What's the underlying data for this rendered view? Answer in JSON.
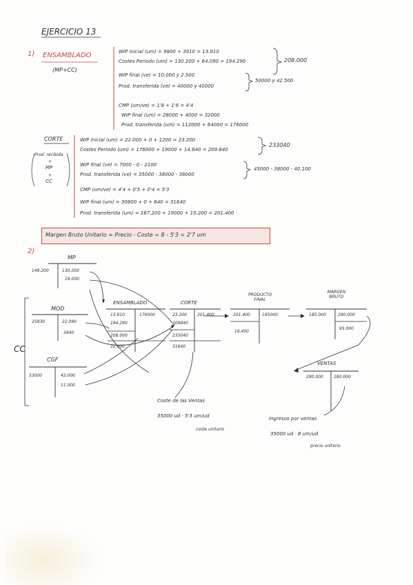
{
  "title": "EJERCICIO 13",
  "part1": {
    "number": "1)",
    "ensamblado": {
      "name": "ENSAMBLADO",
      "sub": "(MP+CC)",
      "lines": [
        "WIP inicial (um) = 9800 + 3910 = 13.910",
        "Costes Periodo (um) = 130.200 + 64.090 = 194.290",
        "WIP final (ve) = 10.000 y 2.500",
        "Prod. transferida (ve) = 40000 y 40000",
        "CMP (um/ve) = 1'8 + 1'6 = 4'4",
        "WIP final (um) = 28000 + 4000 = 32000",
        "Prod. transferida (um) = 112000 + 64000 = 176000"
      ],
      "brace1": "208.000",
      "brace2": "50000 y 42.500"
    },
    "corte": {
      "name": "CORTE",
      "side": [
        "Prod. recibida",
        "+",
        "MP",
        "+",
        "CC"
      ],
      "lines": [
        "WIP inicial (um) = 22.000 + 0 + 1200 = 23.200",
        "Costes Periodo (um) = 176000 + 19000 + 14.840 = 209.840",
        "WIP final (ve) = 7000 - 0 - 2100",
        "Prod. transferida (ve) = 35000 - 38000 - 38000",
        "CMP (um/ve) = 4'4 + 0'5 + 0'4 = 5'3",
        "WIP final (um) = 30800 + 0 + 840 = 31640",
        "Prod. transferida (um) = 167.200 + 19000 + 15.200 = 201.400"
      ],
      "brace1": "233040",
      "brace2": "45000 - 38000 - 40.100"
    },
    "margin": "Margen Bruto Unitario = Precio - Coste = 8 - 5'3 = 2'7 um"
  },
  "part2": {
    "number": "2)",
    "accounts": {
      "mp": {
        "name": "MP",
        "debit": [
          "149.200"
        ],
        "credit": [
          "130.200",
          "19.000"
        ]
      },
      "mod": {
        "name": "MOD",
        "debit": [
          "25930"
        ],
        "credit": [
          "22.090",
          "3840"
        ]
      },
      "cgf": {
        "name": "CGF",
        "debit": [
          "53000"
        ],
        "credit": [
          "42.000",
          "11.000"
        ]
      },
      "cc_label": "CC",
      "ensamblado": {
        "name": "ENSAMBLADO",
        "debit": [
          "13.910",
          "194.290",
          "208.000",
          "32.000"
        ],
        "credit": [
          "176000"
        ]
      },
      "corte": {
        "name": "CORTE",
        "debit": [
          "23.200",
          "209840",
          "233040",
          "31640"
        ],
        "credit": [
          "201.400"
        ]
      },
      "producto_final": {
        "name": "PRODUCTO FINAL",
        "debit": [
          "201.400",
          "16.400"
        ],
        "credit": [
          "185000"
        ]
      },
      "margen_bruto": {
        "name": "MARGEN BRUTO",
        "debit": [
          "185.000"
        ],
        "credit": [
          "280.000",
          "95.000"
        ]
      },
      "ventas": {
        "name": "VENTAS",
        "debit": [
          "280.000"
        ],
        "credit": [
          "280.000"
        ]
      }
    },
    "coste_ventas": {
      "label": "Coste de las Ventas",
      "formula": "35000 ud · 5'3 um/ud",
      "note": "coste unitario"
    },
    "ingresos_ventas": {
      "label": "Ingresos por ventas",
      "formula": "35000 ud · 8 um/ud",
      "note": "precio unitario"
    }
  },
  "colors": {
    "ink": "#2b2f3a",
    "red": "#c8463a",
    "paper": "#fdfdfc"
  }
}
